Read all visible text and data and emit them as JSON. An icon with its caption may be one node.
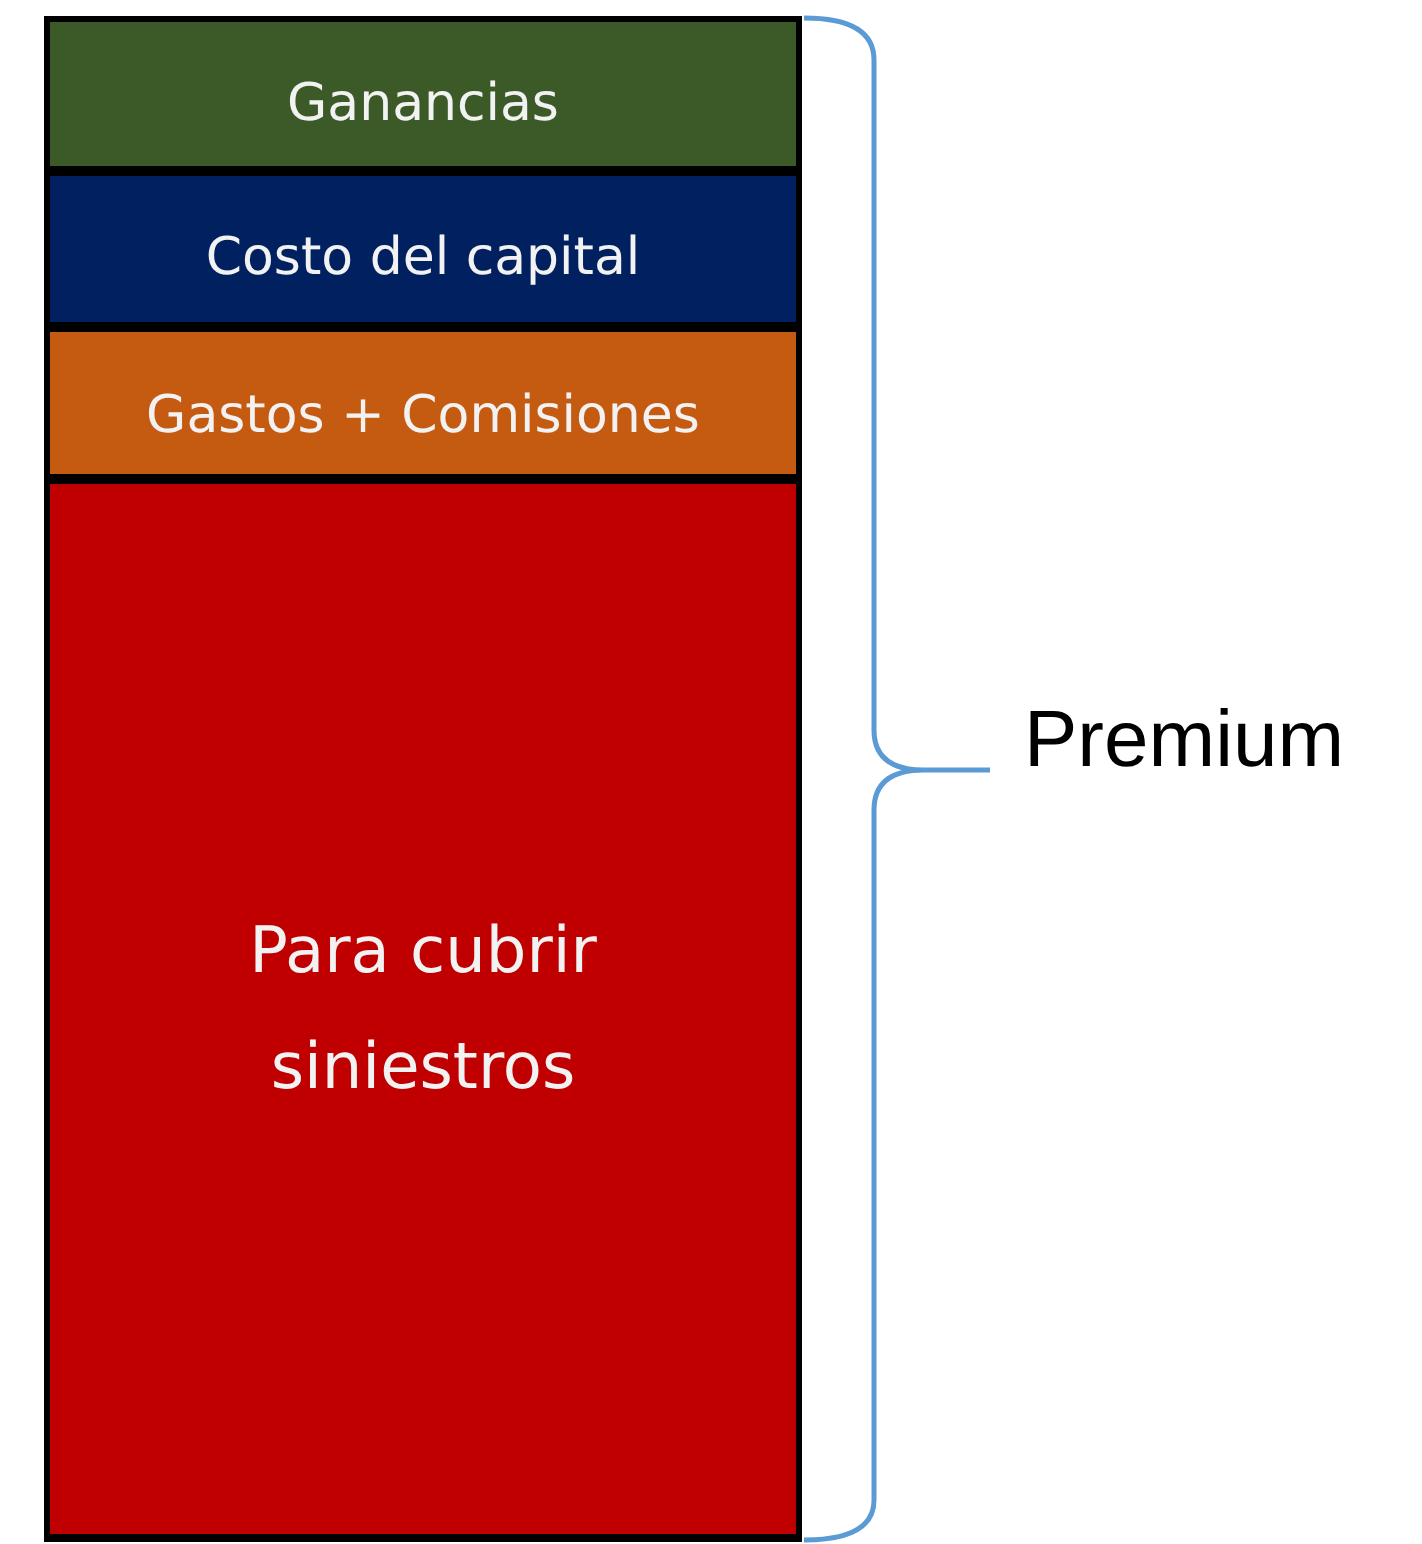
{
  "diagram": {
    "nodes": [
      {
        "text": [
          "Ganancias"
        ]
      },
      {
        "text": [
          "Costo del capital"
        ]
      },
      {
        "text": [
          "Gastos + Comisiones"
        ]
      },
      {
        "text": [
          "Para cubrir siniestros"
        ]
      }
    ],
    "labels": [
      "Premium"
    ]
  }
}
